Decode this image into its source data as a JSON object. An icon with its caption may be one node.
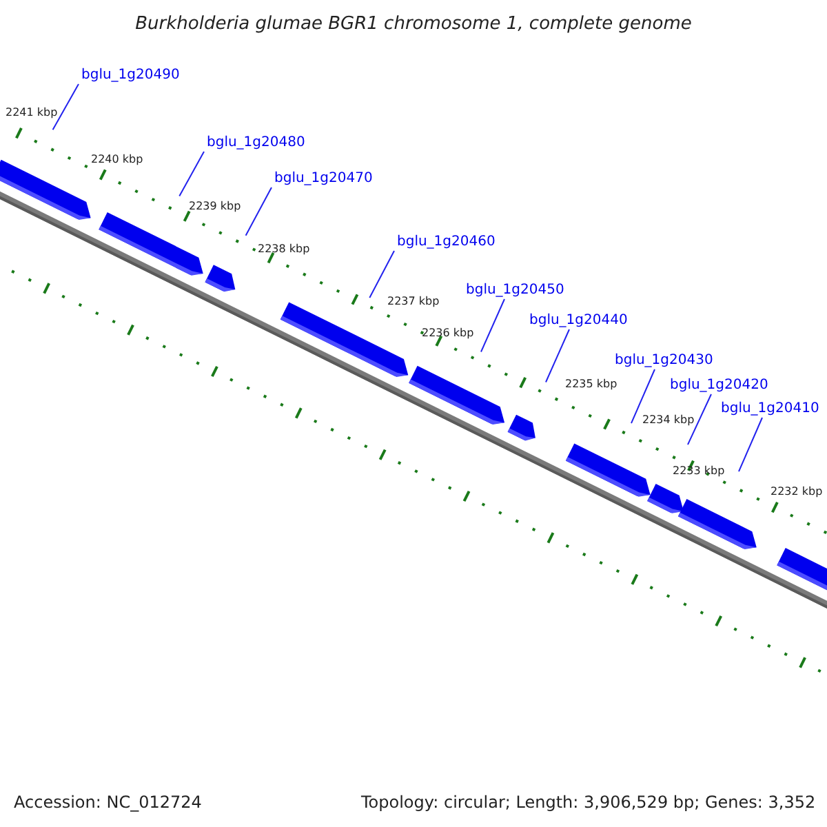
{
  "diagram": {
    "title": "Burkholderia glumae BGR1 chromosome 1, complete genome",
    "nodes": [
      {
        "text": [
          "bglu_1g20490"
        ]
      },
      {
        "text": [
          "bglu_1g20480"
        ]
      },
      {
        "text": [
          "bglu_1g20470"
        ]
      },
      {
        "text": [
          "bglu_1g20460"
        ]
      },
      {
        "text": [
          "bglu_1g20450"
        ]
      },
      {
        "text": [
          "bglu_1g20440"
        ]
      },
      {
        "text": [
          "bglu_1g20430"
        ]
      },
      {
        "text": [
          "bglu_1g20420"
        ]
      },
      {
        "text": [
          "bglu_1g20410"
        ]
      }
    ],
    "edges": [
      {
        "from": 0,
        "to": null,
        "arrow": "none"
      },
      {
        "from": 1,
        "to": null,
        "arrow": "none"
      },
      {
        "from": 2,
        "to": null,
        "arrow": "none"
      },
      {
        "from": 3,
        "to": null,
        "arrow": "none"
      },
      {
        "from": 4,
        "to": null,
        "arrow": "none"
      },
      {
        "from": 5,
        "to": null,
        "arrow": "none"
      },
      {
        "from": 6,
        "to": null,
        "arrow": "none"
      },
      {
        "from": 7,
        "to": null,
        "arrow": "none"
      },
      {
        "from": 8,
        "to": null,
        "arrow": "none"
      }
    ],
    "labels": [
      "2241 kbp",
      "2240 kbp",
      "2239 kbp",
      "2238 kbp",
      "2237 kbp",
      "2236 kbp",
      "2235 kbp",
      "2234 kbp",
      "2233 kbp",
      "2232 kbp",
      "Accession: NC_012724",
      "Topology: circular; Length: 3,906,529 bp; Genes: 3,352"
    ]
  }
}
